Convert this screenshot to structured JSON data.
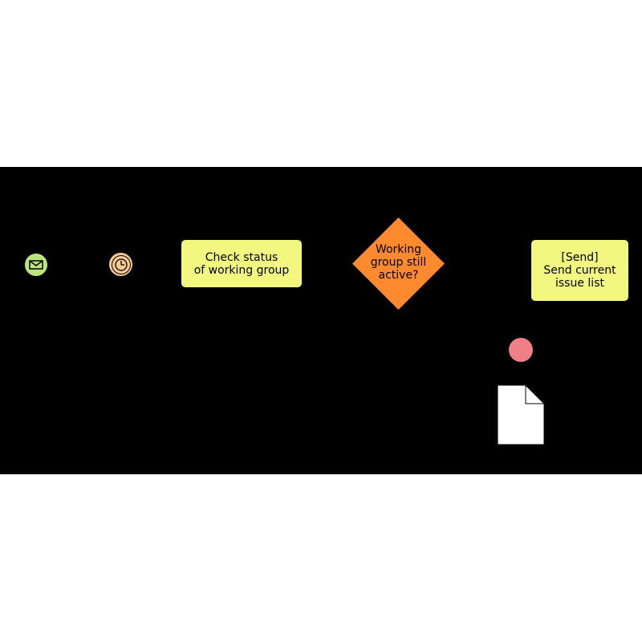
{
  "diagram": {
    "colors": {
      "background": "#ffffff",
      "pool": "#000000",
      "start_event": "#b9e77b",
      "timer_event": "#f7c98f",
      "task": "#f2f77f",
      "gateway": "#fd8a2e",
      "end_event": "#f07f88",
      "document": "#ffffff"
    },
    "start_event": {
      "icon": "envelope-icon"
    },
    "timer_event": {
      "icon": "clock-icon"
    },
    "task_check": {
      "lines": [
        "Check status",
        "of working group"
      ]
    },
    "gateway": {
      "lines": [
        "Working",
        "group still",
        "active?"
      ]
    },
    "task_send": {
      "lines": [
        "[Send]",
        "Send current",
        "issue list"
      ]
    },
    "end_event": {},
    "document": {
      "icon": "document-icon"
    }
  }
}
